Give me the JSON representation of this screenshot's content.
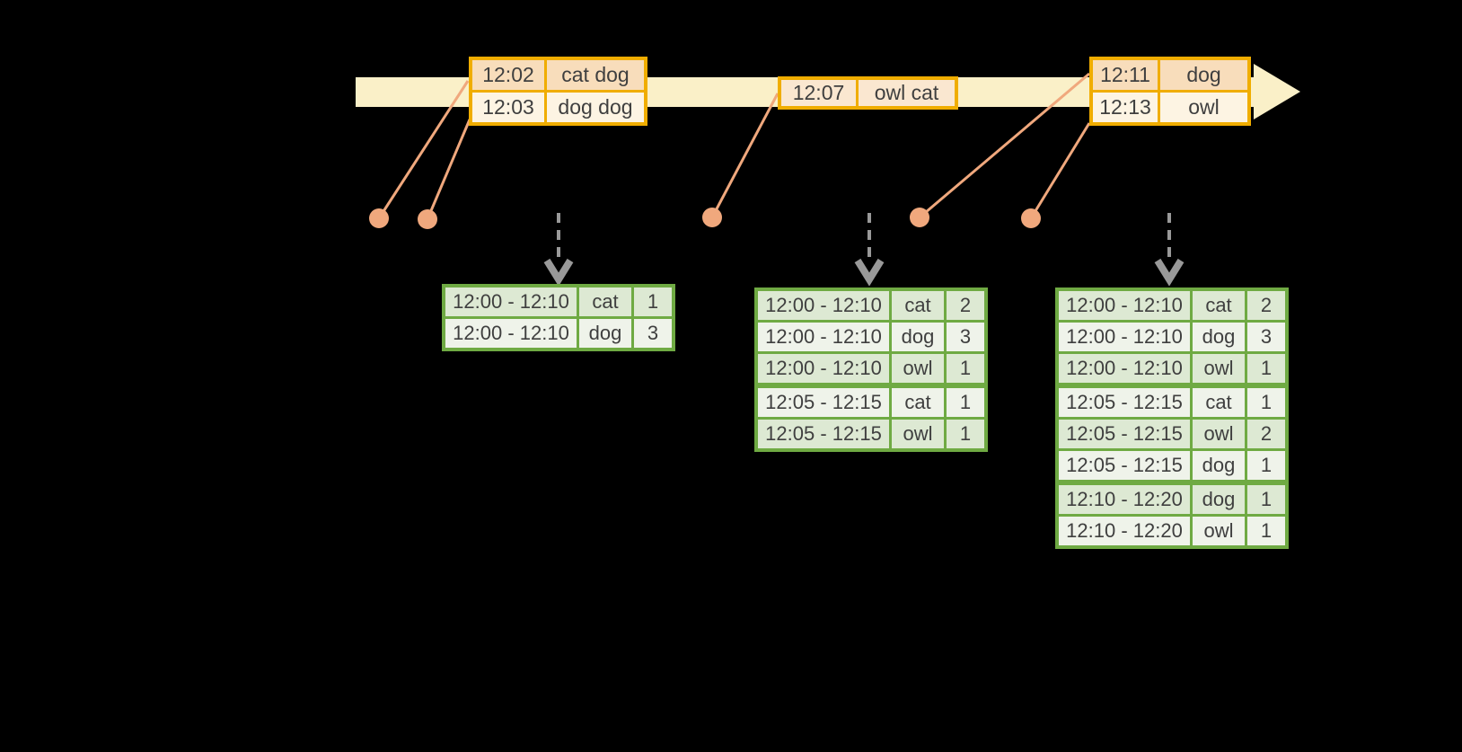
{
  "colors": {
    "background": "#000000",
    "timeline_band": "#FAF0C8",
    "event_table_border": "#F0AD00",
    "event_row_peach": "#F8DDBB",
    "event_row_cream": "#FDF4E3",
    "event_row_single": "#FAE7D0",
    "connector_salmon": "#F0A87D",
    "dashed_arrow_gray": "#999999",
    "result_table_border": "#6FAA43",
    "result_row_dark": "#DDE9D3",
    "result_row_light": "#EFF3EA",
    "cell_text": "#3F3F3F"
  },
  "event_tables": [
    {
      "rows": [
        {
          "time": "12:02",
          "words": "cat dog"
        },
        {
          "time": "12:03",
          "words": "dog dog"
        }
      ]
    },
    {
      "rows": [
        {
          "time": "12:07",
          "words": "owl cat"
        }
      ]
    },
    {
      "rows": [
        {
          "time": "12:11",
          "words": "dog"
        },
        {
          "time": "12:13",
          "words": "owl"
        }
      ]
    }
  ],
  "result_tables": [
    {
      "rows": [
        {
          "window": "12:00 - 12:10",
          "word": "cat",
          "count": "1"
        },
        {
          "window": "12:00 - 12:10",
          "word": "dog",
          "count": "3"
        }
      ]
    },
    {
      "rows": [
        {
          "window": "12:00 - 12:10",
          "word": "cat",
          "count": "2"
        },
        {
          "window": "12:00 - 12:10",
          "word": "dog",
          "count": "3"
        },
        {
          "window": "12:00 - 12:10",
          "word": "owl",
          "count": "1"
        },
        {
          "window": "12:05 - 12:15",
          "word": "cat",
          "count": "1"
        },
        {
          "window": "12:05 - 12:15",
          "word": "owl",
          "count": "1"
        }
      ]
    },
    {
      "rows": [
        {
          "window": "12:00 - 12:10",
          "word": "cat",
          "count": "2"
        },
        {
          "window": "12:00 - 12:10",
          "word": "dog",
          "count": "3"
        },
        {
          "window": "12:00 - 12:10",
          "word": "owl",
          "count": "1"
        },
        {
          "window": "12:05 - 12:15",
          "word": "cat",
          "count": "1"
        },
        {
          "window": "12:05 - 12:15",
          "word": "owl",
          "count": "2"
        },
        {
          "window": "12:05 - 12:15",
          "word": "dog",
          "count": "1"
        },
        {
          "window": "12:10 - 12:20",
          "word": "dog",
          "count": "1"
        },
        {
          "window": "12:10 - 12:20",
          "word": "owl",
          "count": "1"
        }
      ]
    }
  ]
}
